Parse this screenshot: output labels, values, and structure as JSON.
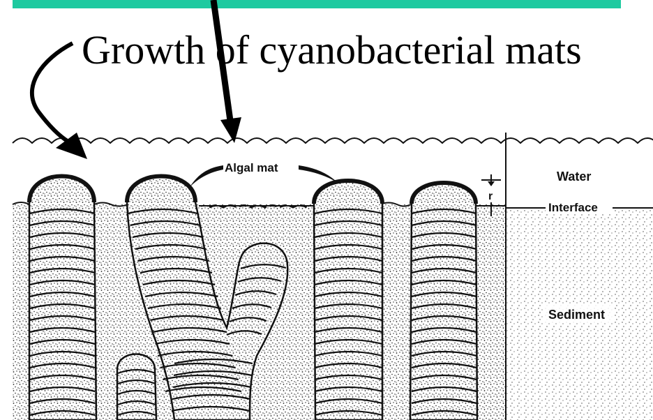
{
  "slide": {
    "title": "Growth of cyanobacterial mats",
    "accent_color": "#1ecaa0"
  },
  "diagram": {
    "labels": {
      "algal_mat": "Algal mat",
      "water": "Water",
      "interface": "Interface",
      "sediment": "Sediment",
      "r": "r"
    }
  }
}
